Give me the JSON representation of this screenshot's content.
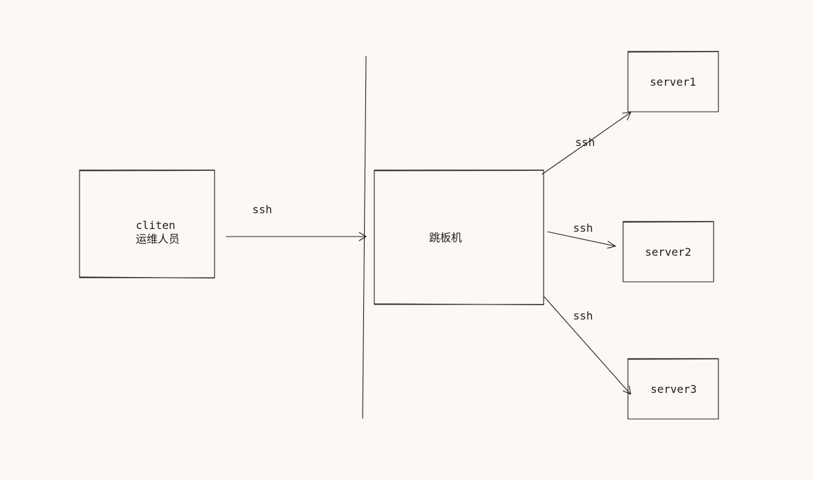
{
  "nodes": {
    "client": {
      "line1": "cliten",
      "line2": "运维人员"
    },
    "jump": {
      "label": "跳板机"
    },
    "server1": {
      "label": "server1"
    },
    "server2": {
      "label": "server2"
    },
    "server3": {
      "label": "server3"
    }
  },
  "edges": {
    "client_to_jump": "ssh",
    "jump_to_server1": "ssh",
    "jump_to_server2": "ssh",
    "jump_to_server3": "ssh"
  },
  "colors": {
    "background": "#fdf8f5",
    "stroke": "#1e1e1e"
  }
}
